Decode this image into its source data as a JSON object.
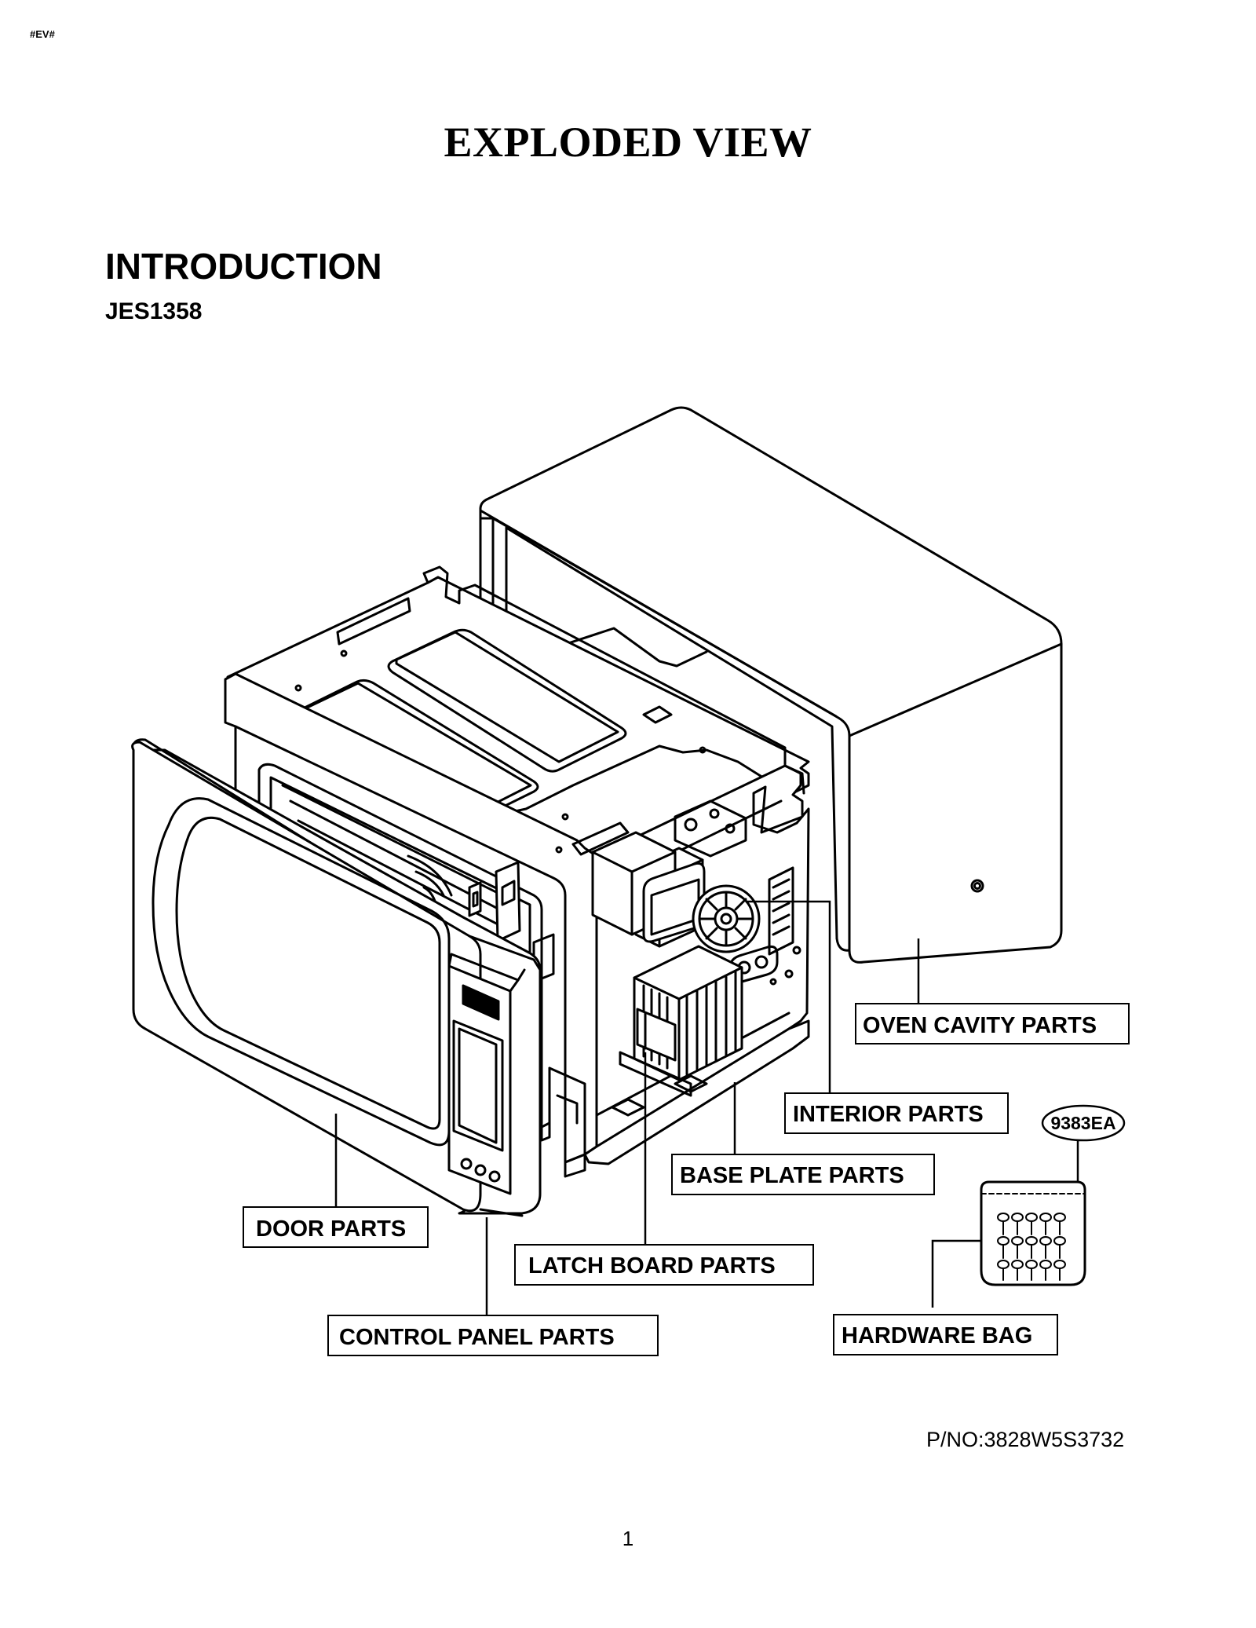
{
  "header": {
    "doc_code": "#EV#",
    "title": "EXPLODED VIEW"
  },
  "section": {
    "heading": "INTRODUCTION",
    "model": "JES1358"
  },
  "callouts": {
    "oven_cavity": "OVEN CAVITY PARTS",
    "interior": "INTERIOR PARTS",
    "base_plate": "BASE PLATE PARTS",
    "door": "DOOR PARTS",
    "latch_board": "LATCH BOARD PARTS",
    "control_panel": "CONTROL PANEL PARTS",
    "hardware_bag": "HARDWARE BAG"
  },
  "hardware_tag": "9383EA",
  "footer": {
    "part_number": "P/NO:3828W5S3732",
    "page": "1"
  }
}
